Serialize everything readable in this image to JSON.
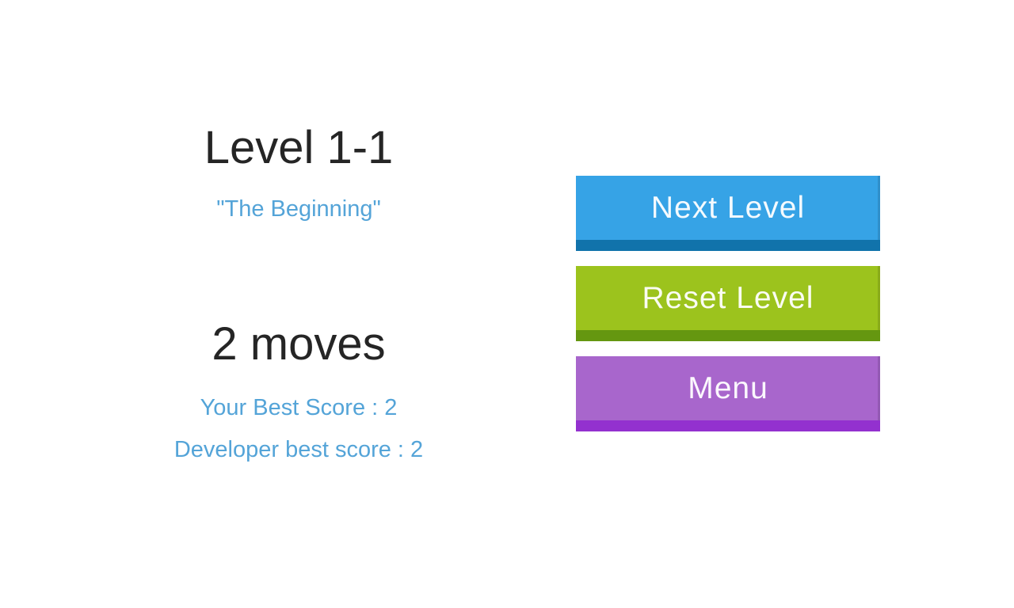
{
  "colors": {
    "background": "#ffffff",
    "heading_text": "#252525",
    "accent_text": "#54a4d8",
    "button_text": "#ffffff"
  },
  "level_panel": {
    "title": "Level 1-1",
    "subtitle": "\"The Beginning\"",
    "moves": "2 moves",
    "your_best_score": "Your Best Score : 2",
    "developer_best_score": "Developer best score : 2"
  },
  "buttons": {
    "next_level": {
      "label": "Next Level",
      "bg": "#36a3e6",
      "shadow": "#1173ab"
    },
    "reset_level": {
      "label": "Reset Level",
      "bg": "#9cc31d",
      "shadow": "#659710"
    },
    "menu": {
      "label": "Menu",
      "bg": "#a866cc",
      "shadow": "#9331cf"
    }
  }
}
